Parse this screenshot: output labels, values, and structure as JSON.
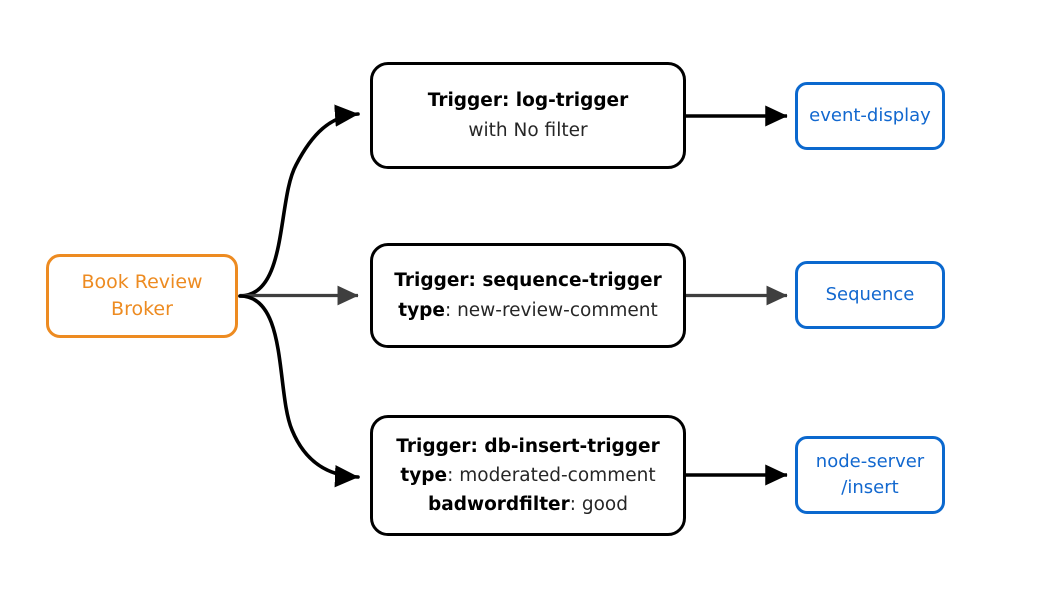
{
  "diagram": {
    "type": "event-broker-trigger-flow",
    "background": "#ffffff",
    "colors": {
      "broker_accent": "#ED8B21",
      "sink_accent": "#0B68CE",
      "trigger_border": "#000000",
      "edge_black": "#000000",
      "edge_gray": "#3F3F3F"
    },
    "broker": {
      "line1": "Book Review",
      "line2": "Broker"
    },
    "triggers": [
      {
        "id": "log-trigger",
        "title_bold": "Trigger: log-trigger",
        "detail_lines": [
          {
            "bold": "",
            "rest": "with No filter"
          }
        ]
      },
      {
        "id": "sequence-trigger",
        "title_bold": "Trigger: sequence-trigger",
        "detail_lines": [
          {
            "bold": "type",
            "rest": ": new-review-comment"
          }
        ]
      },
      {
        "id": "db-insert-trigger",
        "title_bold": "Trigger: db-insert-trigger",
        "detail_lines": [
          {
            "bold": "type",
            "rest": ": moderated-comment"
          },
          {
            "bold": "badwordfilter",
            "rest": ": good"
          }
        ]
      }
    ],
    "sinks": [
      {
        "id": "event-display",
        "line1": "event-display",
        "line2": ""
      },
      {
        "id": "sequence",
        "line1": "Sequence",
        "line2": ""
      },
      {
        "id": "node-server-insert",
        "line1": "node-server",
        "line2": "/insert"
      }
    ],
    "edges": [
      {
        "from": "broker",
        "to": "log-trigger",
        "style": "curved",
        "color": "#000000",
        "arrow": true
      },
      {
        "from": "broker",
        "to": "sequence-trigger",
        "style": "straight",
        "color": "#3F3F3F",
        "arrow": true
      },
      {
        "from": "broker",
        "to": "db-insert-trigger",
        "style": "curved",
        "color": "#000000",
        "arrow": true
      },
      {
        "from": "log-trigger",
        "to": "event-display",
        "style": "straight",
        "color": "#000000",
        "arrow": true
      },
      {
        "from": "sequence-trigger",
        "to": "sequence",
        "style": "straight",
        "color": "#3F3F3F",
        "arrow": true
      },
      {
        "from": "db-insert-trigger",
        "to": "node-server-insert",
        "style": "straight",
        "color": "#000000",
        "arrow": true
      }
    ]
  }
}
